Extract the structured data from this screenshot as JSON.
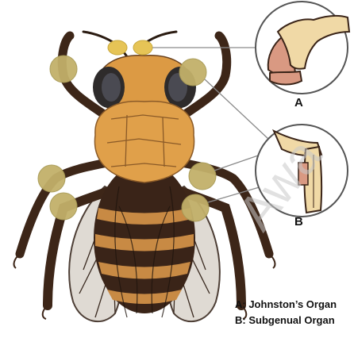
{
  "panels": {
    "a_letter": "A",
    "b_letter": "B"
  },
  "legend": {
    "line_a": "A: Johnston’s Organ",
    "line_b": "B: Subgenual Organ"
  },
  "watermark": "Awa",
  "colors": {
    "thorax_fur": "#e0a04a",
    "head": "#dc9a44",
    "abdomen_dark": "#3a2418",
    "abdomen_stripe": "#c88a44",
    "legs": "#3d2618",
    "eyes": "#2e2b2b",
    "organ_marker": "#c2b06a",
    "antenna_joint_marker": "#e6c456",
    "wing": "#dcd6cf",
    "inset_joint": "#f0d9a6",
    "inset_pink": "#d99982",
    "callout_line": "#8a8a8a"
  }
}
